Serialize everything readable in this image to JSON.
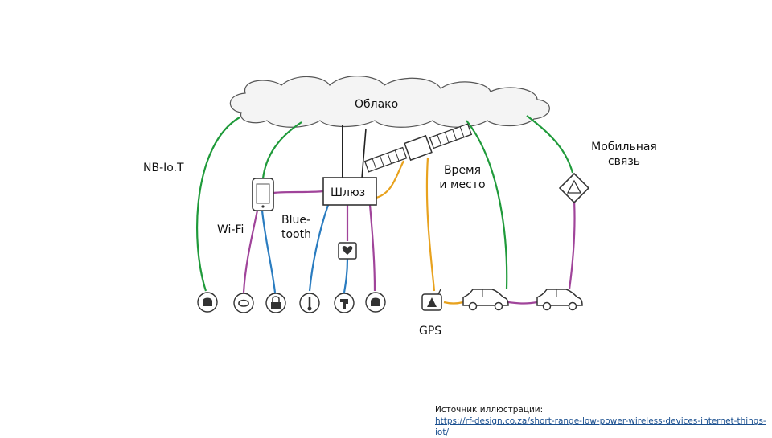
{
  "labels": {
    "cloud": "Облако",
    "nbiot": "NB-Io.T",
    "wifi": "Wi-Fi",
    "bluetooth_line1": "Blue-",
    "bluetooth_line2": "tooth",
    "gateway": "Шлюз",
    "time_place_line1": "Время",
    "time_place_line2": "и место",
    "mobile_line1": "Мобильная",
    "mobile_line2": "связь",
    "gps": "GPS"
  },
  "source": {
    "caption": "Источник иллюстрации:",
    "url": "https://rf-design.co.za/short-range-low-power-wireless-devices-internet-things-iot/"
  },
  "icons": [
    "cloud-icon",
    "smartphone-icon",
    "gateway-box-icon",
    "satellite-icon",
    "warning-sign-icon",
    "heart-monitor-icon",
    "alarm-bell-icon",
    "fitness-icon",
    "lock-icon",
    "thermometer-icon",
    "faucet-icon",
    "tracker-icon",
    "car-icon"
  ],
  "colors": {
    "nbiot": "#1f9a3a",
    "wifi": "#2a7cc0",
    "bluetooth": "#a0449a",
    "gps": "#e8a21e",
    "wired": "#222222"
  }
}
